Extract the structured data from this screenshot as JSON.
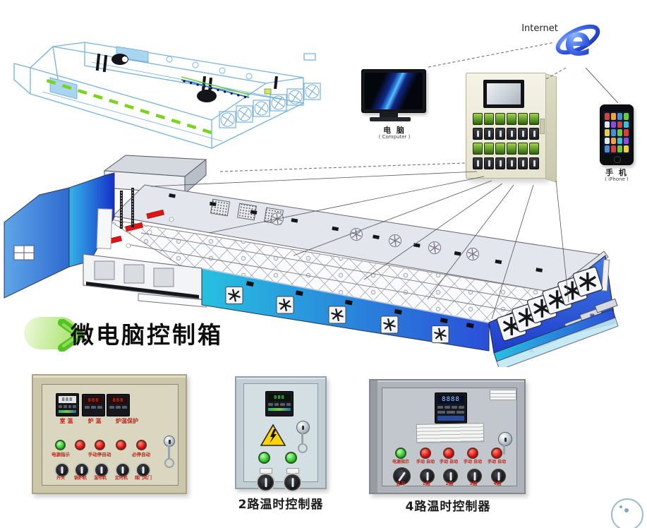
{
  "heading": {
    "title": "微电脑控制箱"
  },
  "network": {
    "internet_label": "Internet",
    "computer_label": "电 脑",
    "computer_sublabel": "( Computer )",
    "phone_label": "手 机",
    "phone_sublabel": "( iPhone )"
  },
  "colors": {
    "accent_green": "#5bc92c",
    "building_blue": "#2b4fd8",
    "building_cyan": "#28c0e0",
    "alarm_red": "#e01414",
    "panel_beige": "#d9d5bf"
  },
  "panel_large": {
    "display_value": "888",
    "display_labels": [
      "室 温",
      "炉 温",
      "炉温保护"
    ],
    "light_labels": [
      "电源指示",
      "手动停自动",
      "必停自动"
    ],
    "switch_labels": [
      "开关",
      "锅炉机",
      "湿帘机",
      "定时机",
      "煤门风门"
    ]
  },
  "panel_2ch": {
    "caption": "2路温时控制器",
    "display_value": "888"
  },
  "panel_4ch": {
    "caption": "4路温时控制器",
    "display_value": "8888",
    "light_labels": [
      "电源指示",
      "手动 自动",
      "手动 自动",
      "手动 自动",
      "手动 自动"
    ],
    "switch_labels": [
      "总开",
      "1路",
      "2路",
      "3路",
      "4路"
    ]
  }
}
